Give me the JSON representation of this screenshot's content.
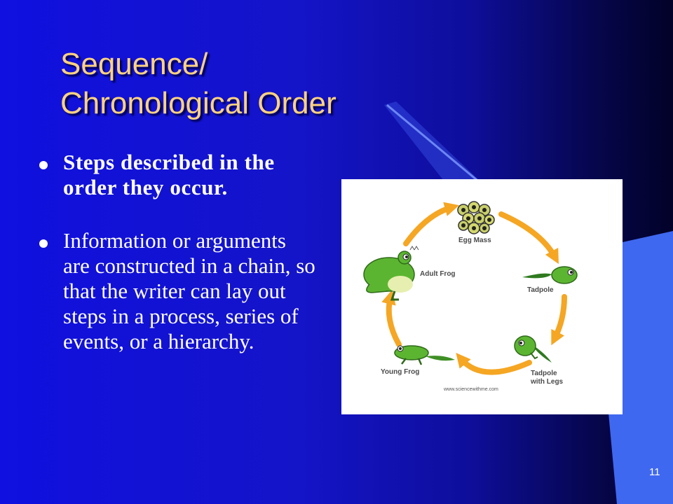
{
  "slide": {
    "title_lines": [
      "Sequence/",
      "Chronological Order"
    ],
    "bullets": [
      "Steps described in the order they occur.",
      "Information or arguments are constructed in a chain, so that the writer can lay out steps in a process, series of events, or a hierarchy."
    ],
    "slide_number": "11",
    "colors": {
      "title": "#ffd280",
      "text": "#ffffff",
      "background": "#1414c8",
      "arrow": "#f5a623",
      "frog": "#5cb531"
    }
  },
  "diagram": {
    "stages": [
      "Egg Mass",
      "Tadpole",
      "Tadpole with Legs",
      "Young Frog",
      "Adult Frog"
    ],
    "credit": "www.sciencewithme.com",
    "icons": [
      "egg-mass-icon",
      "tadpole-icon",
      "tadpole-with-legs-icon",
      "young-frog-icon",
      "adult-frog-icon"
    ]
  }
}
